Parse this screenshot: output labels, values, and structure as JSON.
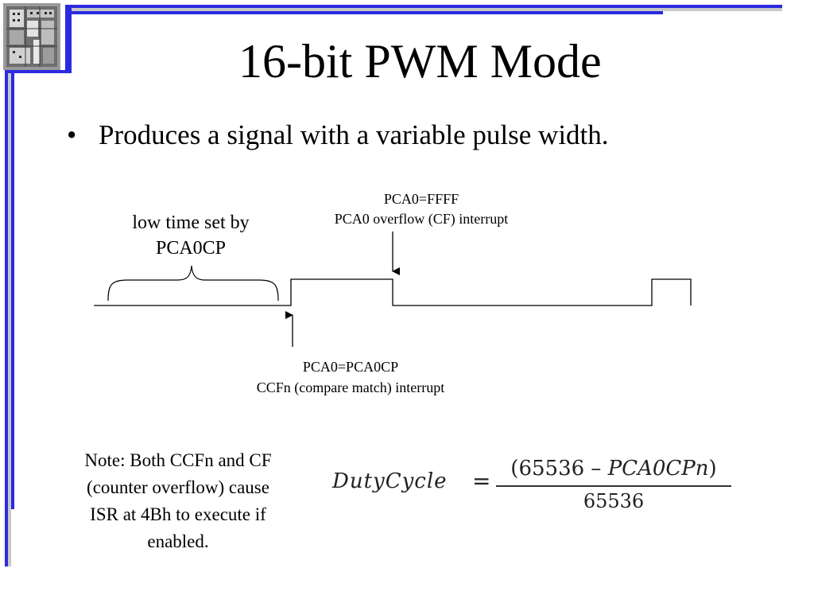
{
  "slide": {
    "title": "16-bit PWM Mode",
    "bullet_symbol": "•",
    "bullet_text": "Produces a signal with a variable pulse width."
  },
  "diagram": {
    "low_label_line1": "low time set by",
    "low_label_line2": "PCA0CP",
    "top_label_line1": "PCA0=FFFF",
    "top_label_line2": "PCA0 overflow (CF) interrupt",
    "bottom_label_line1": "PCA0=PCA0CP",
    "bottom_label_line2": "CCFn (compare match) interrupt"
  },
  "note": {
    "line1": "Note: Both CCFn and CF",
    "line2": "(counter overflow) cause",
    "line3": "ISR at 4Bh to execute if",
    "line4": "enabled."
  },
  "formula": {
    "lhs": "DutyCycle",
    "eq": "=",
    "num_open": "(65536 – ",
    "num_var": "PCA0CPn",
    "num_close": ")",
    "denominator": "65536"
  },
  "colors": {
    "accent_blue": "#2a2ae0",
    "frame_gray": "#b0b0b0",
    "text": "#000000"
  }
}
